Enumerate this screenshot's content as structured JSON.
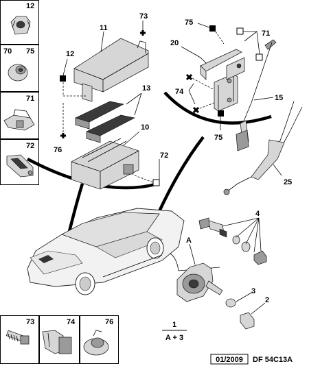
{
  "diagram": {
    "left_insets": [
      {
        "labels": [
          "12"
        ]
      },
      {
        "labels": [
          "70",
          "75"
        ]
      },
      {
        "labels": [
          "71"
        ]
      },
      {
        "labels": [
          "72"
        ]
      }
    ],
    "bottom_insets": [
      {
        "label": "73"
      },
      {
        "label": "74"
      },
      {
        "label": "76"
      }
    ],
    "callouts": {
      "c73": "73",
      "c11": "11",
      "c12": "12",
      "c13": "13",
      "c10": "10",
      "c76": "76",
      "c72": "72",
      "c75a": "75",
      "c71": "71",
      "c20": "20",
      "c74": "74",
      "c75b": "75",
      "c15": "15",
      "c25": "25",
      "c4": "4",
      "cA": "A",
      "c3": "3",
      "c2": "2"
    },
    "legend": {
      "top": "1",
      "bottom": "A + 3"
    },
    "reference": {
      "date": "01/2009",
      "code": "DF 54C13A"
    }
  }
}
